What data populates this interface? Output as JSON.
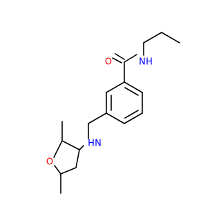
{
  "diagram": {
    "type": "chemical-structure",
    "colors": {
      "bond": "#000000",
      "oxygen": "#ff0000",
      "nitrogen": "#0000ff"
    },
    "atoms": [
      {
        "id": "amide-o",
        "label": "O",
        "element": "O"
      },
      {
        "id": "amide-n",
        "label": "N",
        "element": "N"
      },
      {
        "id": "amide-h",
        "label": "H",
        "element": "N"
      },
      {
        "id": "amine-n",
        "label": "N",
        "element": "N"
      },
      {
        "id": "amine-h",
        "label": "H",
        "element": "N"
      },
      {
        "id": "ring-o",
        "label": "O",
        "element": "O"
      }
    ]
  }
}
